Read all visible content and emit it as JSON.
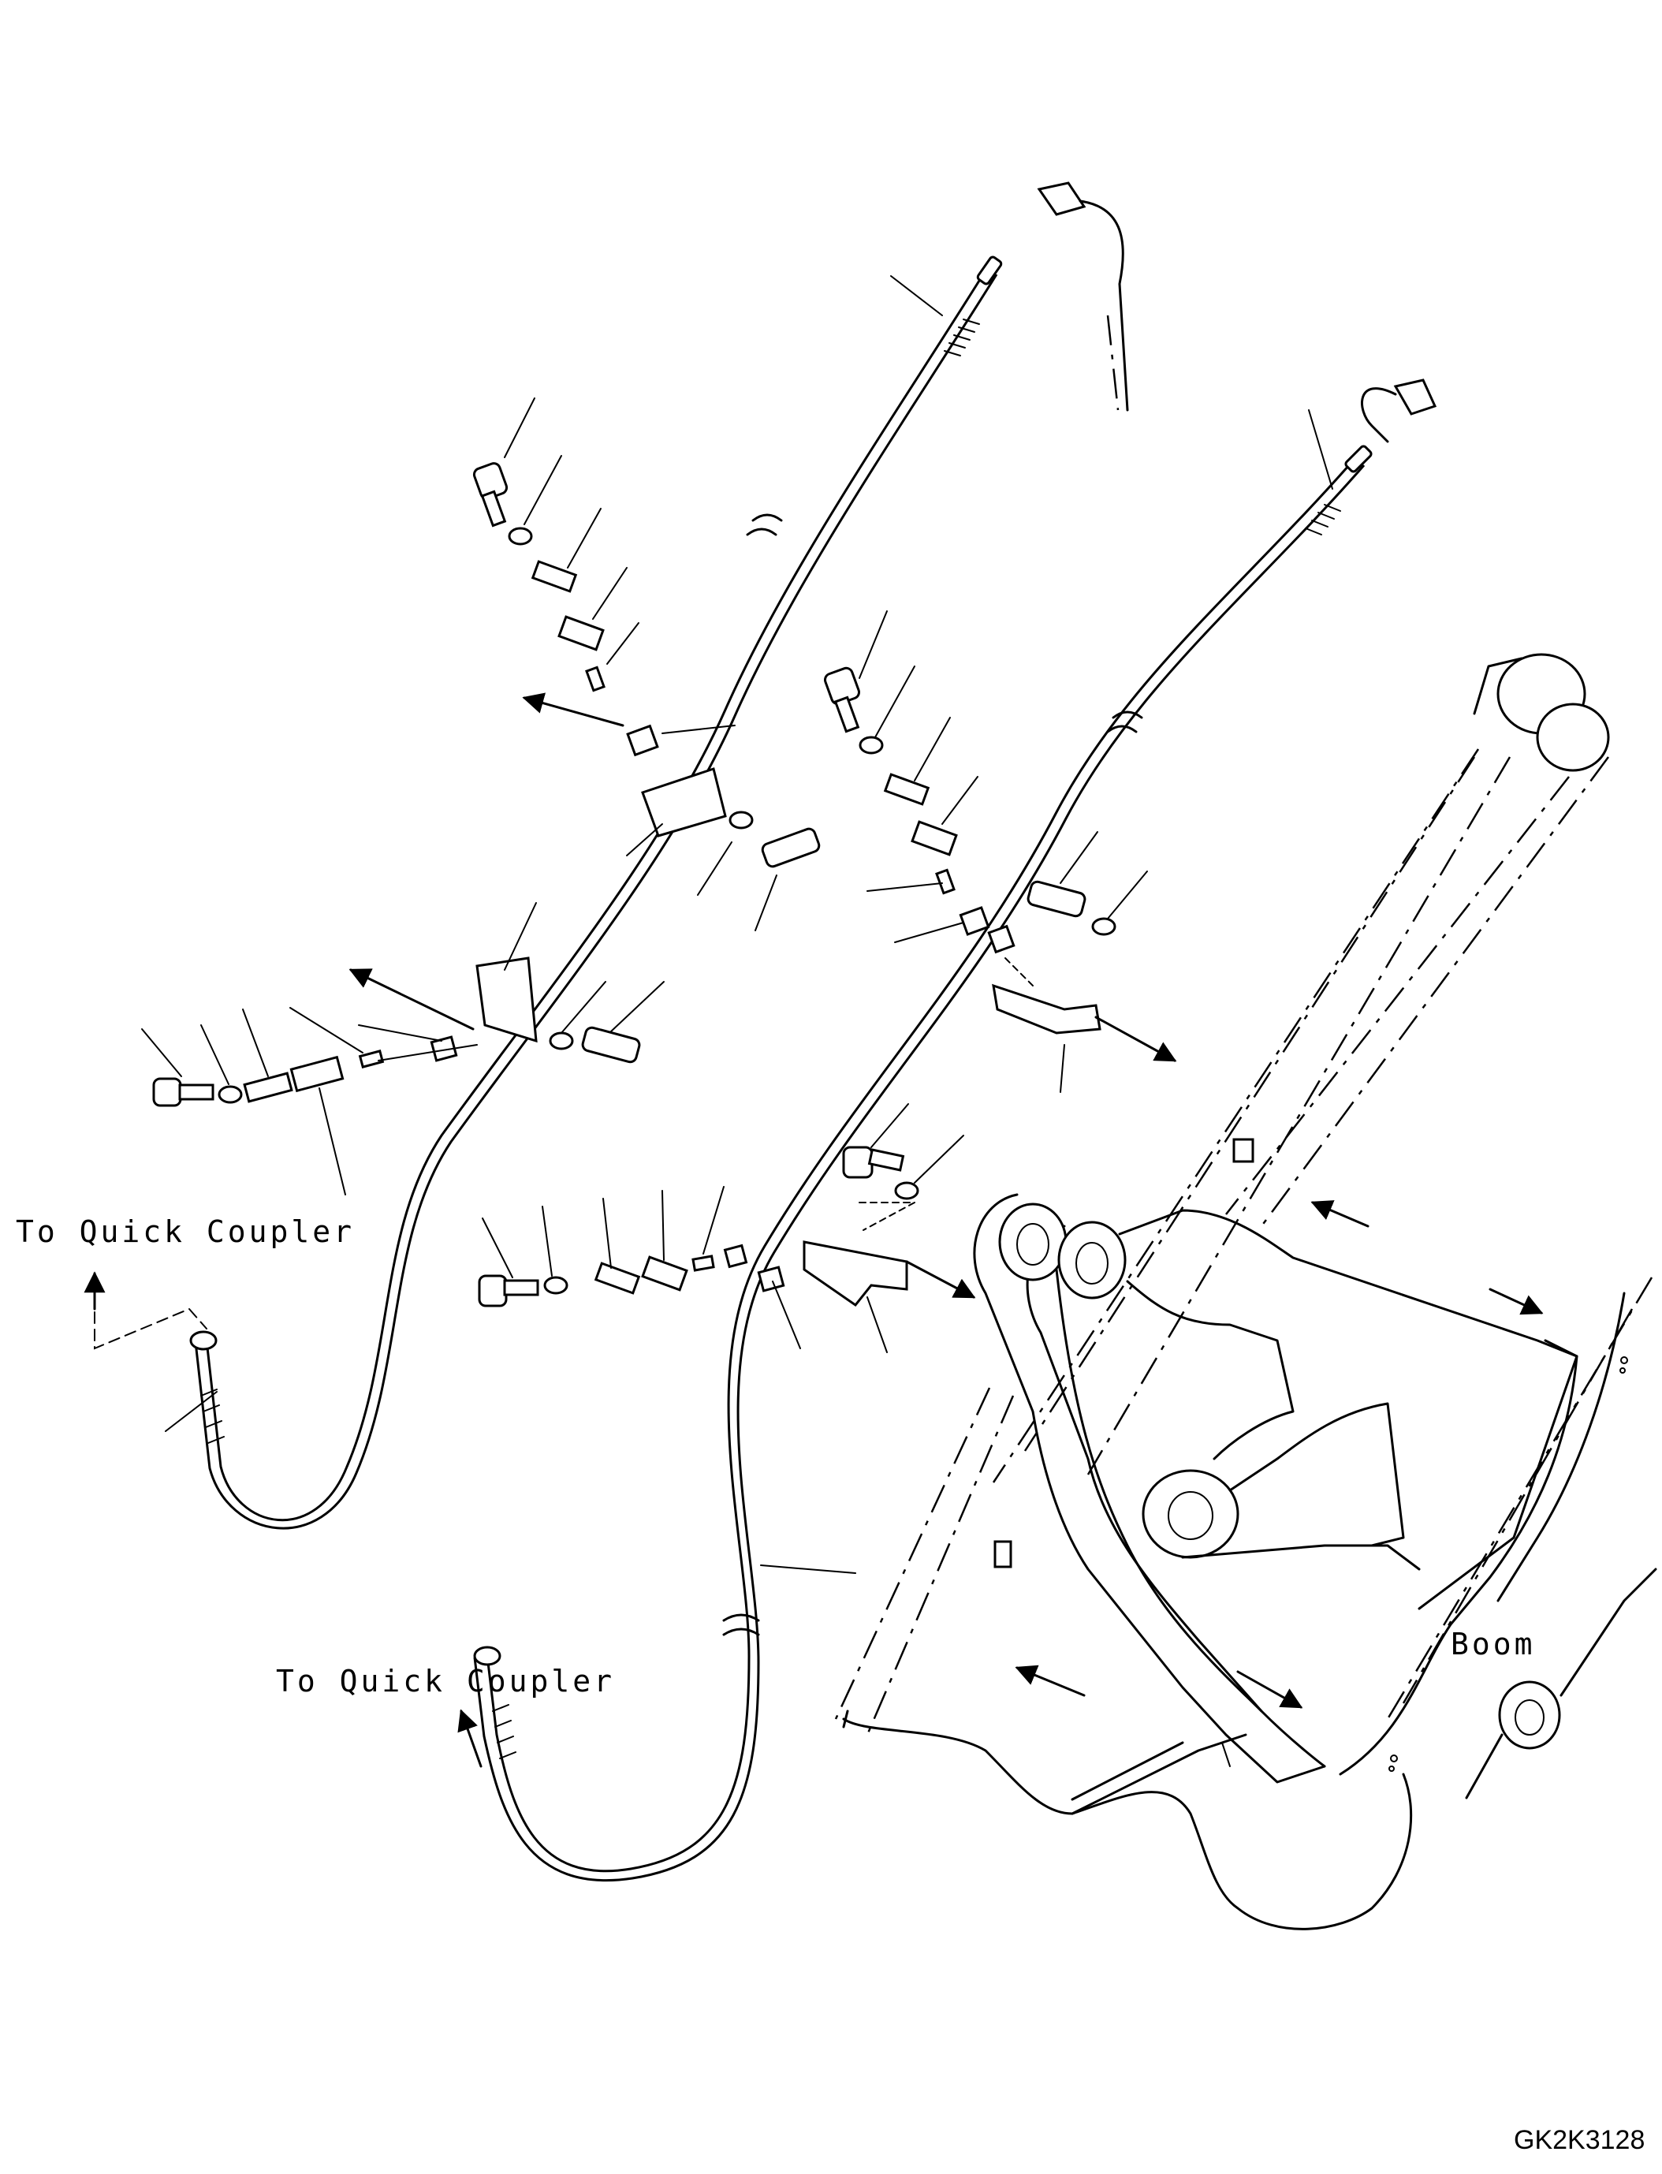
{
  "labels": {
    "quick_coupler_upper": "To Quick Coupler",
    "quick_coupler_lower": "To Quick Coupler",
    "boom": "Boom",
    "drawing_code": "GK2K3128"
  }
}
